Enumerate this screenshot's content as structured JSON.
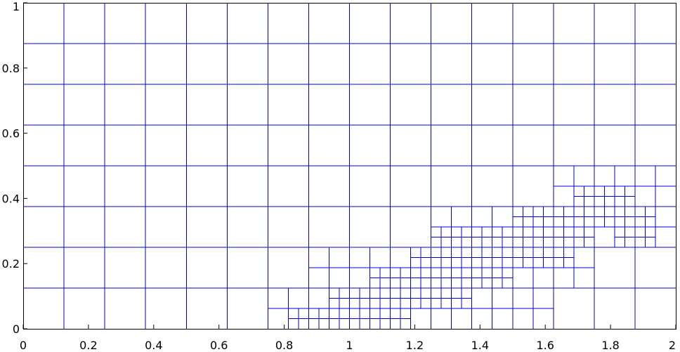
{
  "figure": {
    "kind": "adaptive quadtree mesh",
    "domain": {
      "x": [
        0,
        2
      ],
      "y": [
        0,
        1
      ]
    },
    "base_cell_size": 0.125,
    "line_color": "#0000cc",
    "axis_color": "#000000",
    "background": "#ffffff"
  },
  "x_ticks": [
    {
      "value": 0,
      "label": "0"
    },
    {
      "value": 0.2,
      "label": "0.2"
    },
    {
      "value": 0.4,
      "label": "0.4"
    },
    {
      "value": 0.6,
      "label": "0.6"
    },
    {
      "value": 0.8,
      "label": "0.8"
    },
    {
      "value": 1,
      "label": "1"
    },
    {
      "value": 1.2,
      "label": "1.2"
    },
    {
      "value": 1.4,
      "label": "1.4"
    },
    {
      "value": 1.6,
      "label": "1.6"
    },
    {
      "value": 1.8,
      "label": "1.8"
    },
    {
      "value": 2,
      "label": "2"
    }
  ],
  "y_ticks": [
    {
      "value": 0,
      "label": "0"
    },
    {
      "value": 0.2,
      "label": "0.2"
    },
    {
      "value": 0.4,
      "label": "0.4"
    },
    {
      "value": 0.6,
      "label": "0.6"
    },
    {
      "value": 0.8,
      "label": "0.8"
    },
    {
      "value": 1,
      "label": "1"
    }
  ],
  "refinement": {
    "level1_cells": [
      [
        0.75,
        0.0
      ],
      [
        0.875,
        0.0
      ],
      [
        0.875,
        0.125
      ],
      [
        1.0,
        0.0
      ],
      [
        1.0,
        0.125
      ],
      [
        1.125,
        0.0
      ],
      [
        1.125,
        0.125
      ],
      [
        1.25,
        0.0
      ],
      [
        1.25,
        0.125
      ],
      [
        1.25,
        0.25
      ],
      [
        1.375,
        0.0
      ],
      [
        1.375,
        0.125
      ],
      [
        1.375,
        0.25
      ],
      [
        1.5,
        0.0
      ],
      [
        1.5,
        0.125
      ],
      [
        1.5,
        0.25
      ],
      [
        1.625,
        0.125
      ],
      [
        1.625,
        0.25
      ],
      [
        1.625,
        0.375
      ],
      [
        1.75,
        0.25
      ],
      [
        1.75,
        0.375
      ],
      [
        1.875,
        0.25
      ],
      [
        1.875,
        0.375
      ]
    ],
    "level2_regions": [
      [
        0.8125,
        0.0,
        1.1875,
        0.0625
      ],
      [
        0.9375,
        0.0625,
        1.25,
        0.125
      ],
      [
        1.0625,
        0.125,
        1.5,
        0.1875
      ],
      [
        1.1875,
        0.1875,
        1.625,
        0.25
      ],
      [
        1.25,
        0.25,
        1.75,
        0.3125
      ],
      [
        1.5,
        0.3125,
        1.875,
        0.375
      ],
      [
        1.6875,
        0.375,
        1.875,
        0.4375
      ],
      [
        1.75,
        0.3125,
        1.9375,
        0.375
      ],
      [
        1.8125,
        0.25,
        1.9375,
        0.3125
      ],
      [
        1.3125,
        0.1875,
        1.6875,
        0.25
      ],
      [
        1.125,
        0.0625,
        1.375,
        0.125
      ]
    ]
  }
}
